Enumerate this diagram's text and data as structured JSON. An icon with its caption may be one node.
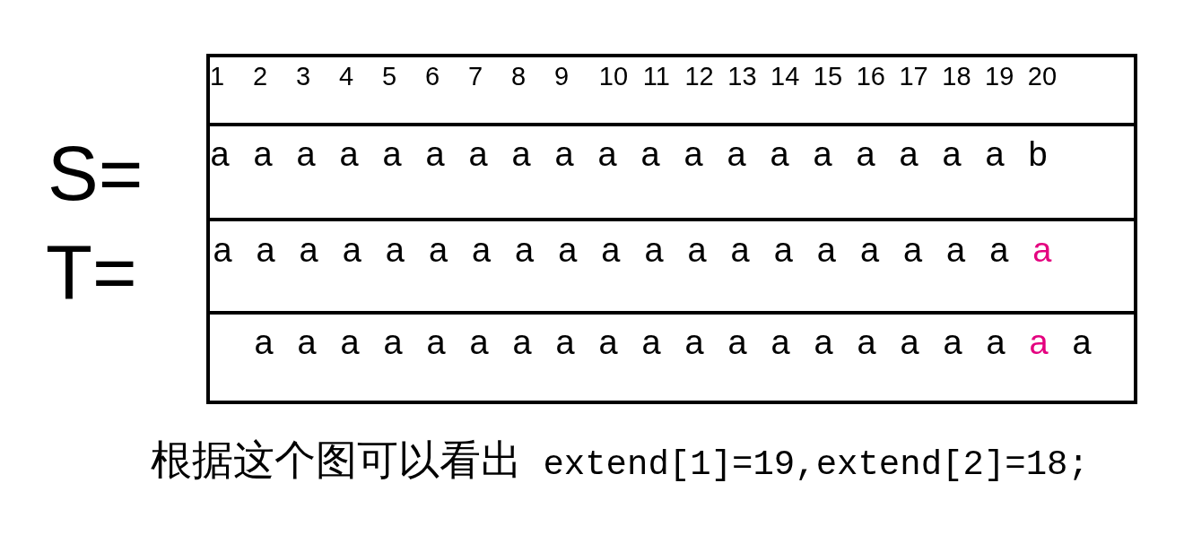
{
  "diagram": {
    "caption": "根据这个图可以看出 extend[1]=19,extend[2]=18;",
    "nodes": [
      {
        "text": [
          "1",
          "2",
          "3",
          "4",
          "5",
          "6",
          "7",
          "8",
          "9",
          "10",
          "11",
          "12",
          "13",
          "14",
          "15",
          "16",
          "17",
          "18",
          "19",
          "20"
        ]
      },
      {
        "text": [
          "a",
          "a",
          "a",
          "a",
          "a",
          "a",
          "a",
          "a",
          "a",
          "a",
          "a",
          "a",
          "a",
          "a",
          "a",
          "a",
          "a",
          "a",
          "a",
          "b"
        ],
        "beside": [
          "S="
        ]
      },
      {
        "text": [
          "a",
          "a",
          "a",
          "a",
          "a",
          "a",
          "a",
          "a",
          "a",
          "a",
          "a",
          "a",
          "a",
          "a",
          "a",
          "a",
          "a",
          "a",
          "a",
          "a"
        ],
        "beside": [
          "T="
        ]
      },
      {
        "text": [
          "a",
          "a",
          "a",
          "a",
          "a",
          "a",
          "a",
          "a",
          "a",
          "a",
          "a",
          "a",
          "a",
          "a",
          "a",
          "a",
          "a",
          "a",
          "a",
          "a"
        ]
      }
    ]
  }
}
